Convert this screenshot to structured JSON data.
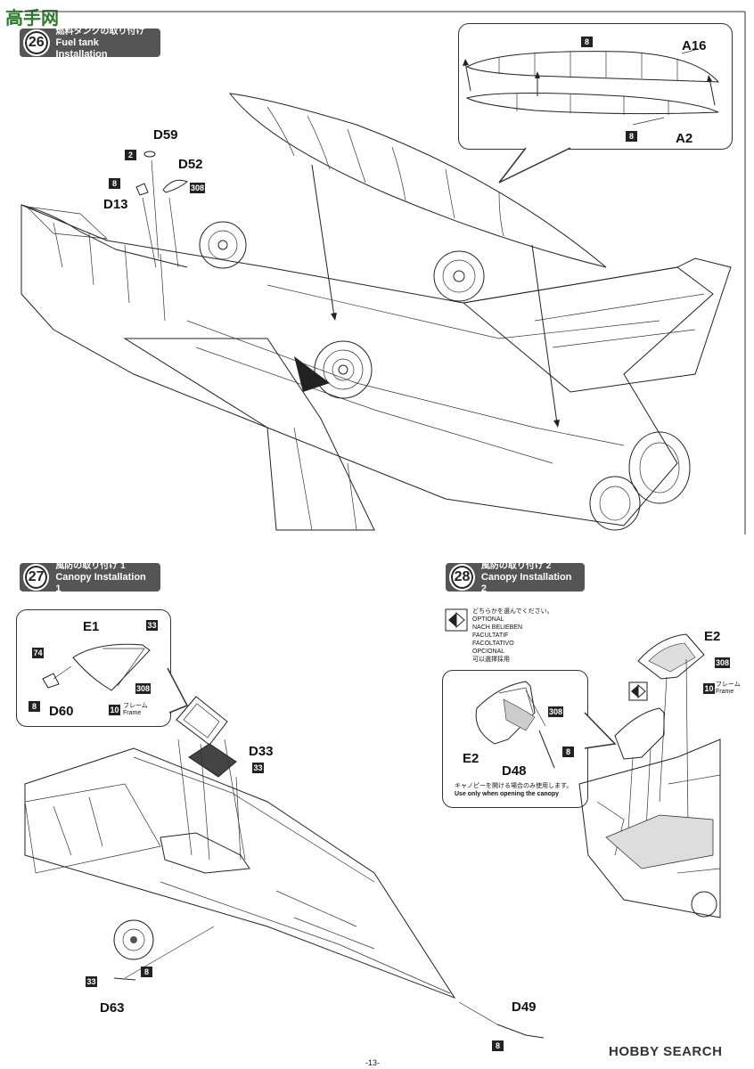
{
  "watermark": {
    "logo_text": "高手网"
  },
  "steps": [
    {
      "num": "26",
      "jp": "燃料タンクの取り付け",
      "en": "Fuel tank Installation"
    },
    {
      "num": "27",
      "jp": "風防の取り付け 1",
      "en": "Canopy Installation 1"
    },
    {
      "num": "28",
      "jp": "風防の取り付け 2",
      "en": "Canopy Installation 2"
    }
  ],
  "step26": {
    "parts": {
      "d59": "D59",
      "d52": "D52",
      "d13": "D13",
      "a16": "A16",
      "a2": "A2"
    },
    "codes": {
      "c2": "2",
      "c308": "308",
      "c8a": "8",
      "c8b": "8",
      "c8c": "8"
    }
  },
  "step27": {
    "parts": {
      "e1": "E1",
      "d60": "D60",
      "d33": "D33",
      "d63": "D63",
      "d49": "D49"
    },
    "codes": {
      "c74": "74",
      "c8": "8",
      "c33": "33",
      "c308": "308",
      "c10": "10",
      "c33b": "33",
      "c33c": "33",
      "c8b": "8",
      "c8c": "8"
    },
    "frame_jp": "フレーム",
    "frame_en": "Frame"
  },
  "step28": {
    "optional_lines": [
      "どちらかを選んでください。",
      "OPTIONAL",
      "NACH BELIEBEN",
      "FACULTATIF",
      "FACOLTATIVO",
      "OPCIONAL",
      "可以選擇採用"
    ],
    "parts": {
      "e2a": "E2",
      "e2b": "E2",
      "d48": "D48"
    },
    "codes": {
      "c308a": "308",
      "c308b": "308",
      "c8": "8",
      "c10": "10"
    },
    "frame_jp": "フレーム",
    "frame_en": "Frame",
    "note_jp": "キャノピーを開ける場合のみ使用します。",
    "note_en": "Use only when opening the canopy"
  },
  "footer": {
    "brand": "HOBBY SEARCH",
    "page": "-13-"
  }
}
